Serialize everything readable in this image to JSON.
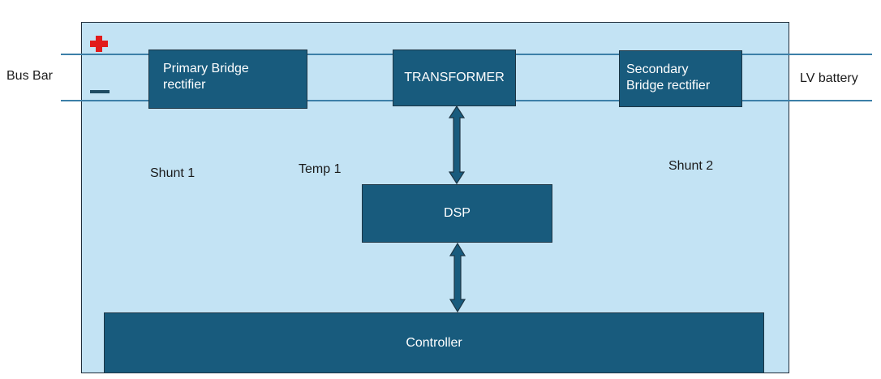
{
  "colors": {
    "panel_fill": "#c3e3f4",
    "block_fill": "#185b7d",
    "bus_line": "#3c7fa8",
    "plus_symbol": "#e21b1b",
    "minus_symbol": "#1f4c63"
  },
  "external": {
    "left_label": "Bus Bar",
    "right_label": "LV battery"
  },
  "blocks": {
    "primary_rectifier": {
      "line1": "Primary Bridge",
      "line2": "rectifier"
    },
    "transformer": "TRANSFORMER",
    "secondary_rectifier": {
      "line1": "Secondary",
      "line2": "Bridge rectifier"
    },
    "dsp": "DSP",
    "controller": "Controller"
  },
  "sensors": {
    "shunt1": "Shunt 1",
    "temp1": "Temp 1",
    "shunt2": "Shunt 2"
  },
  "connections": [
    {
      "from": "transformer",
      "to": "dsp",
      "direction": "bidirectional"
    },
    {
      "from": "dsp",
      "to": "controller",
      "direction": "bidirectional"
    }
  ],
  "polarity": {
    "positive_icon": "plus-icon",
    "negative_icon": "minus-icon"
  }
}
